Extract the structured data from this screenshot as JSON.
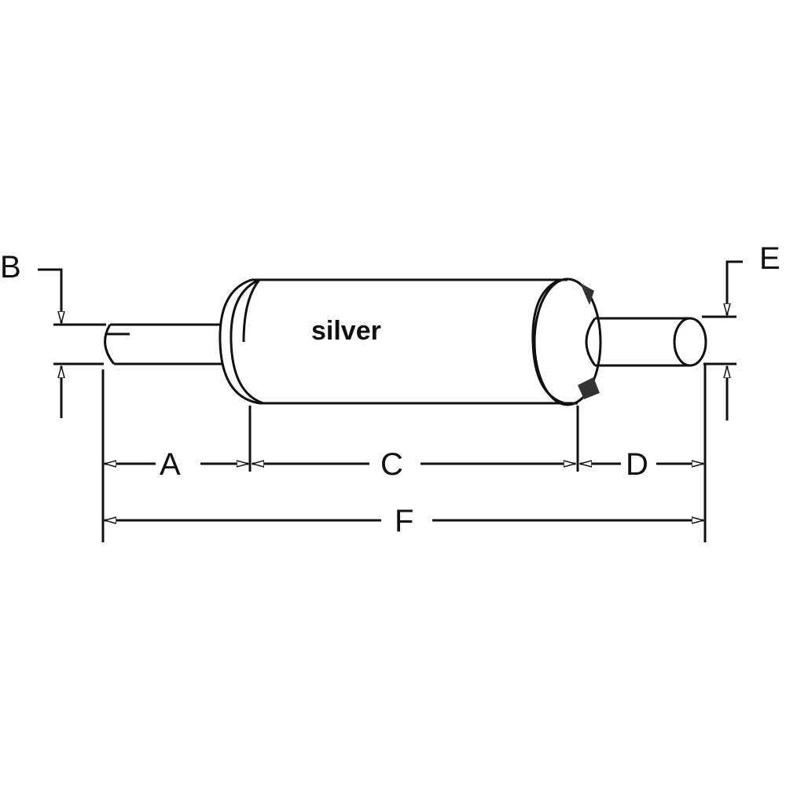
{
  "diagram": {
    "body_label": "silver",
    "dimensions": {
      "A": "A",
      "B": "B",
      "C": "C",
      "D": "D",
      "E": "E",
      "F": "F"
    }
  },
  "colors": {
    "line": "#111111",
    "background": "#ffffff"
  }
}
